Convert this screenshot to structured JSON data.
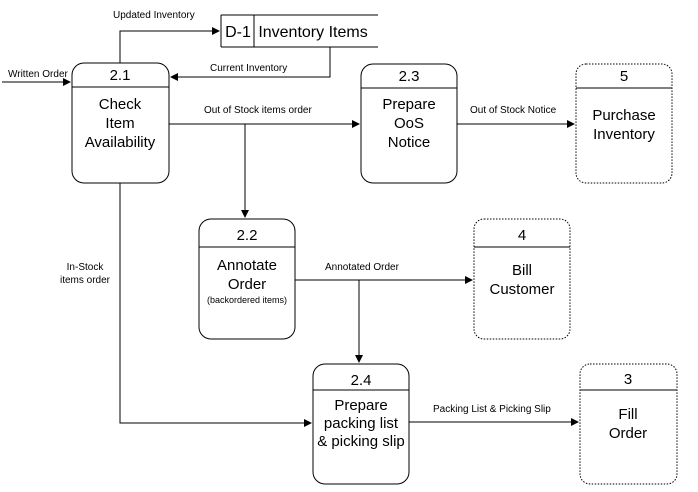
{
  "processes": {
    "p21": {
      "num": "2.1",
      "lines": [
        "Check",
        "Item",
        "Availability"
      ]
    },
    "p22": {
      "num": "2.2",
      "lines": [
        "Annotate",
        "Order"
      ],
      "note": "(backordered items)"
    },
    "p23": {
      "num": "2.3",
      "lines": [
        "Prepare",
        "OoS",
        "Notice"
      ]
    },
    "p24": {
      "num": "2.4",
      "lines": [
        "Prepare",
        "packing list",
        "& picking slip"
      ]
    }
  },
  "external": {
    "e5": {
      "num": "5",
      "lines": [
        "Purchase",
        "Inventory"
      ]
    },
    "e4": {
      "num": "4",
      "lines": [
        "Bill",
        "Customer"
      ]
    },
    "e3": {
      "num": "3",
      "lines": [
        "Fill",
        "Order"
      ]
    }
  },
  "datastore": {
    "id": "D-1",
    "name": "Inventory Items"
  },
  "flows": {
    "written_order": "Written Order",
    "updated_inventory": "Updated Inventory",
    "current_inventory": "Current Inventory",
    "oos_items_order": "Out of Stock items order",
    "oos_notice": "Out of Stock Notice",
    "in_stock_1": "In-Stock",
    "in_stock_2": "items order",
    "annotated_order": "Annotated Order",
    "packing_list": "Packing List & Picking Slip"
  }
}
